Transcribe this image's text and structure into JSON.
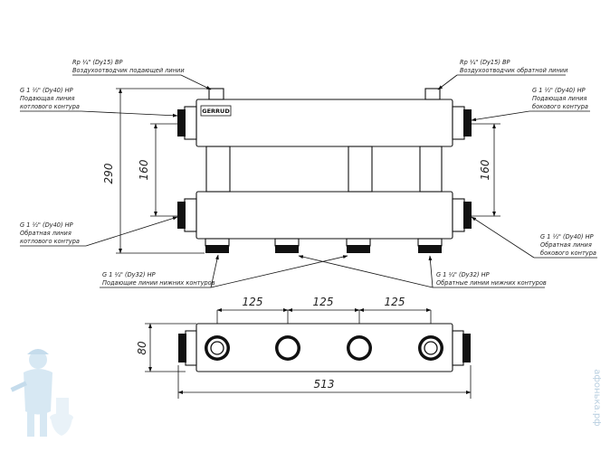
{
  "top_view": {
    "notes": {
      "vent_supply_line1": "Rp ¼\" (Dy15) ВР",
      "vent_supply_line2": "Воздухоотводчик подающей линии",
      "vent_return_line1": "Rp ¼\" (Dy15) ВР",
      "vent_return_line2": "Воздухоотводчик обратной линии",
      "boiler_supply_line1": "G 1 ½\" (Dy40) НР",
      "boiler_supply_line2": "Подающая линия",
      "boiler_supply_line3": "котлового контура",
      "boiler_return_line1": "G 1 ½\" (Dy40) НР",
      "boiler_return_line2": "Обратная линия",
      "boiler_return_line3": "котлового контура",
      "side_supply_line1": "G 1 ½\" (Dy40) НР",
      "side_supply_line2": "Подающая линия",
      "side_supply_line3": "бокового контура",
      "side_return_line1": "G 1 ½\" (Dy40) НР",
      "side_return_line2": "Обратная линия",
      "side_return_line3": "бокового контура",
      "lower_supply_line1": "G 1 ¼\" (Dy32) НР",
      "lower_supply_line2": "Подающие линии нижних контуров",
      "lower_return_line1": "G 1 ¼\" (Dy32) НР",
      "lower_return_line2": "Обратные линии нижних контуров"
    },
    "logo_text": "GERRUD",
    "dims": {
      "height_overall": "290",
      "spacing_left": "160",
      "spacing_right": "160"
    }
  },
  "bottom_view": {
    "dims": {
      "pitch_1": "125",
      "pitch_2": "125",
      "pitch_3": "125",
      "width": "80",
      "length": "513"
    }
  },
  "watermark": {
    "text": "афонька.рф",
    "icon": "plumber-mascot-icon"
  }
}
